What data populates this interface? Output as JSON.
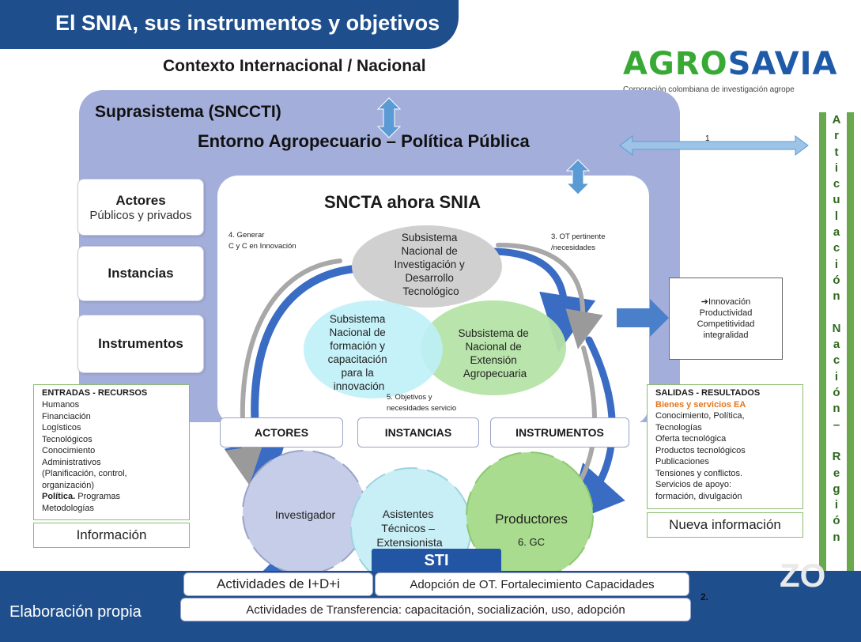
{
  "header": {
    "title": "El SNIA, sus instrumentos y objetivos",
    "context": "Contexto Internacional / Nacional"
  },
  "logo": {
    "part1": "AGRO",
    "part2": "SAVIA",
    "subtitle": "Corporación colombiana de investigación agrope"
  },
  "suprasistema": {
    "title": "Suprasistema (SNCCTI)",
    "entorno": "Entorno Agropecuario – Política Pública",
    "arrow_label": "1"
  },
  "side_boxes": {
    "actores_title": "Actores",
    "actores_sub": "Públicos y privados",
    "instancias": "Instancias",
    "instrumentos": "Instrumentos"
  },
  "sncta": {
    "title": "SNCTA ahora SNIA",
    "note_generar": [
      "4. Generar",
      "C y C en Innovación"
    ],
    "note_ot": [
      "3. OT pertinente",
      "/necesidades"
    ],
    "note_objetivos": [
      "5. Objetivos y",
      "necesidades servicio"
    ],
    "subsistema_investigacion": [
      "Subsistema",
      "Nacional de",
      "Investigación y",
      "Desarrollo",
      "Tecnológico"
    ],
    "subsistema_formacion": [
      "Subsistema",
      "Nacional de",
      "formación y",
      "capacitación",
      "para la",
      "innovación"
    ],
    "subsistema_extension": [
      "Subsistema de",
      "Nacional de",
      "Extensión",
      "Agropecuaria"
    ]
  },
  "tabs": {
    "actores": "ACTORES",
    "instancias": "INSTANCIAS",
    "instrumentos": "INSTRUMENTOS"
  },
  "entradas": {
    "header": "ENTRADAS - RECURSOS",
    "items": [
      "Humanos",
      "Financiación",
      "Logísticos",
      "Tecnológicos",
      "Conocimiento",
      "Administrativos",
      "(Planificación, control,",
      "organización)"
    ],
    "politica_bold": "Política.",
    "politica_rest": " Programas",
    "last": "Metodologías",
    "info": "Información"
  },
  "salidas": {
    "header": "SALIDAS - RESULTADOS",
    "highlight": "Bienes y servicios EA",
    "items": [
      "Conocimiento, Política,",
      "Tecnologías",
      "Oferta tecnológica",
      "Productos tecnológicos",
      "Publicaciones",
      "Tensiones y conflictos.",
      "Servicios de apoyo:",
      "formación, divulgación"
    ],
    "nueva": "Nueva información"
  },
  "innovacion_box": [
    "➔Innovación",
    "Productividad",
    "Competitividad",
    "integralidad"
  ],
  "gears": {
    "investigador": "Investigador",
    "asistentes": [
      "Asistentes",
      "Técnicos –",
      "Extensionista"
    ],
    "productores": "Productores",
    "productores_sub": "6. GC"
  },
  "sti": "STI",
  "bottom": {
    "actividades_id": "Actividades de I+D+i",
    "adopcion": "Adopción de OT. Fortalecimiento Capacidades",
    "transferencia": "Actividades de Transferencia: capacitación, socialización, uso, adopción",
    "label_2": "2.",
    "elaboracion": "Elaboración propia"
  },
  "articulacion_letters": [
    "A",
    "r",
    "t",
    "i",
    "c",
    "u",
    "l",
    "a",
    "c",
    "i",
    "ó",
    "n",
    "",
    "N",
    "a",
    "c",
    "i",
    "ó",
    "n",
    "–",
    "",
    "R",
    "e",
    "g",
    "i",
    "ó",
    "n"
  ],
  "watermark": "ZO",
  "colors": {
    "banner": "#1f4e8c",
    "suprasistema": "#a3aedb",
    "arrow_blue": "#5b9bd5",
    "green": "#6aa84f",
    "orange": "#e2761c"
  }
}
